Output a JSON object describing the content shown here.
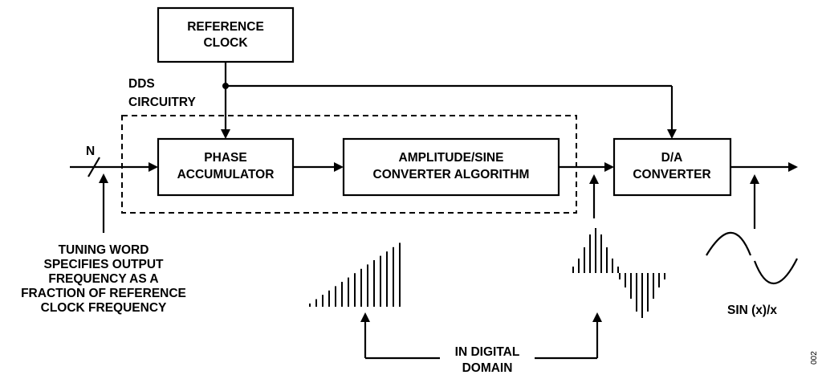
{
  "blocks": {
    "reference_clock": {
      "line1": "REFERENCE",
      "line2": "CLOCK"
    },
    "phase_accumulator": {
      "line1": "PHASE",
      "line2": "ACCUMULATOR"
    },
    "amplitude_converter": {
      "line1": "AMPLITUDE/SINE",
      "line2": "CONVERTER ALGORITHM"
    },
    "da_converter": {
      "line1": "D/A",
      "line2": "CONVERTER"
    }
  },
  "dds": {
    "line1": "DDS",
    "line2": "CIRCUITRY"
  },
  "input_bus_label": "N",
  "tuning_word": {
    "line1": "TUNING WORD",
    "line2": "SPECIFIES OUTPUT",
    "line3": "FREQUENCY AS A",
    "line4": "FRACTION OF REFERENCE",
    "line5": "CLOCK FREQUENCY"
  },
  "digital_domain": {
    "line1": "IN DIGITAL",
    "line2": "DOMAIN"
  },
  "output_label": "SIN (x)/x",
  "figure_id": "002"
}
